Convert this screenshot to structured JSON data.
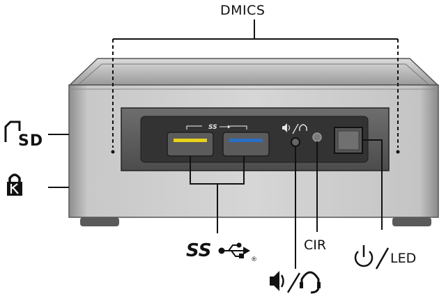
{
  "labels": {
    "dmics": "DMICS",
    "sd": "SD",
    "cir": "CIR",
    "led": "LED",
    "usb_small": "SS",
    "usb_large": "SS",
    "registered": "®"
  },
  "colors": {
    "usb_yellow_port": "#e8d21a",
    "usb_blue_port": "#2a6fc4",
    "faceplate_dark": "#555555",
    "body_silver": "#b8b8b8"
  },
  "icons": [
    "sd-card-icon",
    "kensington-lock-icon",
    "superspeed-usb-icon",
    "speaker-icon",
    "headset-icon",
    "power-icon"
  ]
}
